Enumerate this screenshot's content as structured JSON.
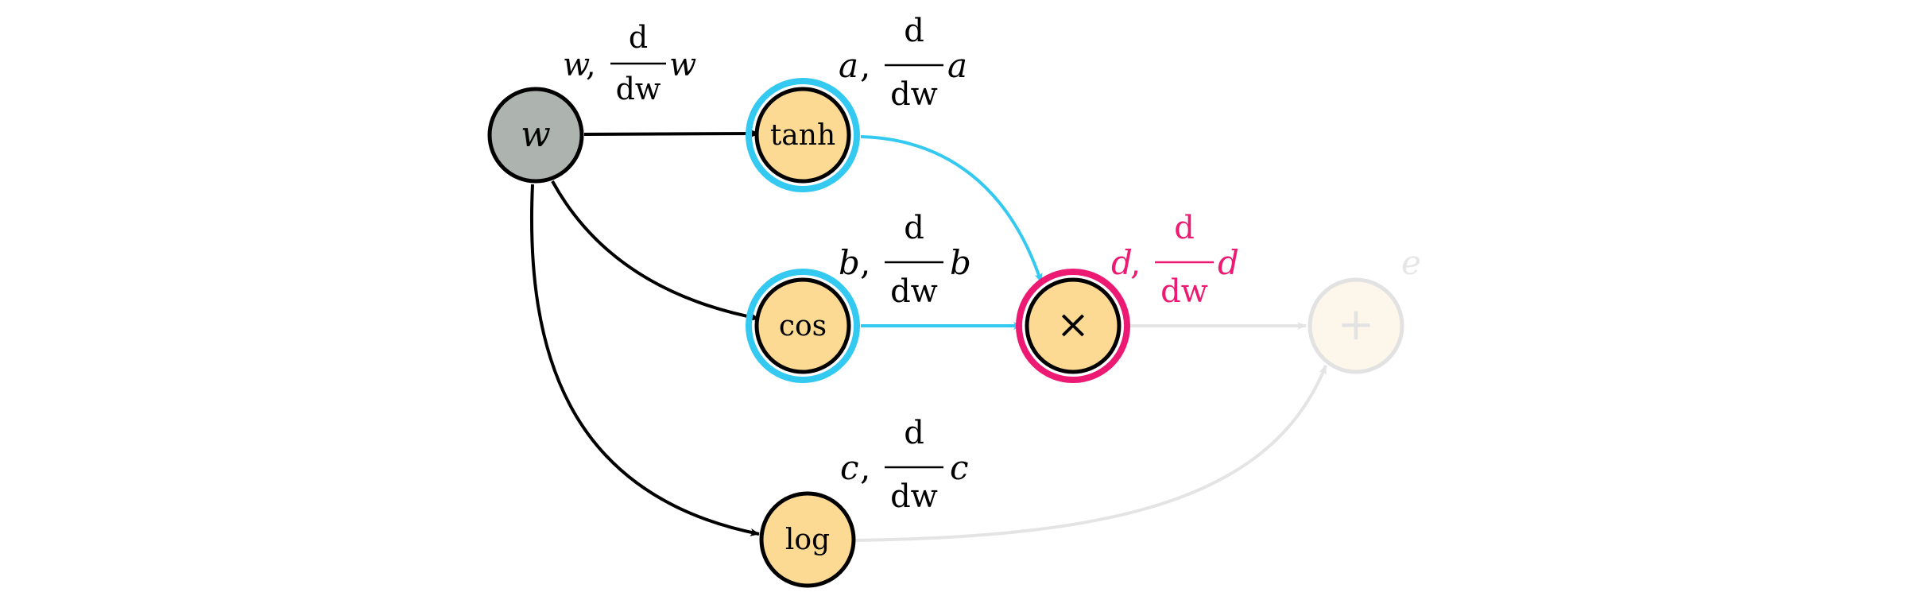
{
  "nodes": {
    "w": {
      "symbol": "w",
      "fill": "#adb3ae",
      "stroke": "#000000",
      "faded": false
    },
    "tanh": {
      "symbol": "tanh",
      "fill": "#fcda94",
      "stroke": "#000000",
      "ring": "#33c9f0",
      "faded": false
    },
    "cos": {
      "symbol": "cos",
      "fill": "#fcda94",
      "stroke": "#000000",
      "ring": "#33c9f0",
      "faded": false
    },
    "log": {
      "symbol": "log",
      "fill": "#fcda94",
      "stroke": "#000000",
      "faded": false
    },
    "mul": {
      "symbol": "×",
      "fill": "#fcda94",
      "stroke": "#000000",
      "ring": "#ec1a72",
      "faded": false
    },
    "add": {
      "symbol": "+",
      "fill": "#fdf6ea",
      "stroke": "#e2e2e2",
      "faded": true
    }
  },
  "annotations": {
    "w": {
      "var": "w",
      "comma": ",",
      "frac_num": "d",
      "frac_den": "dw",
      "suffix": "w",
      "color": "#000000"
    },
    "a": {
      "var": "a",
      "comma": ",",
      "frac_num": "d",
      "frac_den": "dw",
      "suffix": "a",
      "color": "#000000"
    },
    "b": {
      "var": "b",
      "comma": ",",
      "frac_num": "d",
      "frac_den": "dw",
      "suffix": "b",
      "color": "#000000"
    },
    "c": {
      "var": "c",
      "comma": ",",
      "frac_num": "d",
      "frac_den": "dw",
      "suffix": "c",
      "color": "#000000"
    },
    "d": {
      "var": "d",
      "comma": ",",
      "frac_num": "d",
      "frac_den": "dw",
      "suffix": "d",
      "color": "#ec1a72"
    },
    "e": {
      "var": "e",
      "color": "#e6e6e6"
    }
  },
  "edge_colors": {
    "black": "#000000",
    "blue": "#33c9f0",
    "faded": "#e4e4e4"
  }
}
